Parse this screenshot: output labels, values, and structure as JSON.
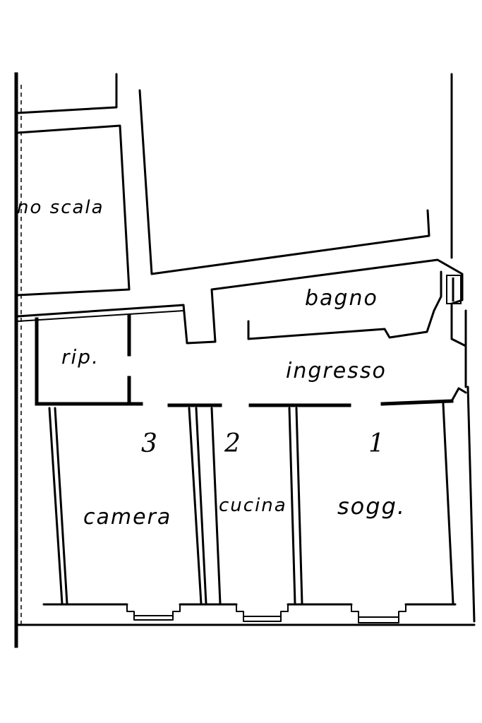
{
  "floor_plan": {
    "rooms": {
      "stair": "no scala",
      "bathroom": "bagno",
      "storage": "rip.",
      "hallway": "ingresso",
      "bedroom": "camera",
      "kitchen": "cucina",
      "living": "sogg."
    },
    "room_numbers": {
      "bedroom": "3",
      "kitchen": "2",
      "living": "1"
    },
    "colors": {
      "ink": "#000000",
      "paper": "#ffffff"
    }
  }
}
